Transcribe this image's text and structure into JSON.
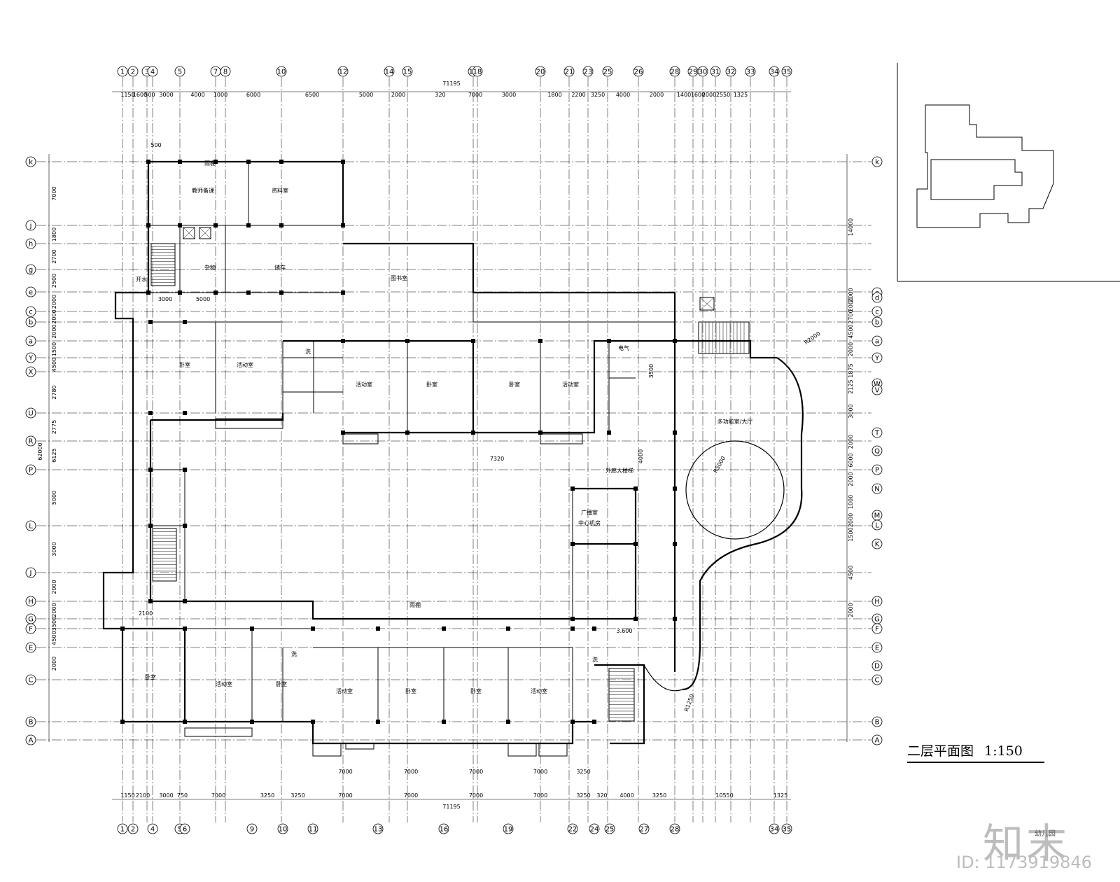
{
  "plan": {
    "title": "二层平面图",
    "scale": "1:150",
    "total_dimension": "71195",
    "total_depth": "62000",
    "top_axes": [
      "1",
      "2",
      "3",
      "4",
      "5",
      "7",
      "8",
      "10",
      "12",
      "14",
      "15",
      "17",
      "18",
      "20",
      "21",
      "23",
      "25",
      "26",
      "28",
      "29",
      "30",
      "31",
      "32",
      "33",
      "34",
      "35"
    ],
    "top_dims": [
      "1150",
      "1600",
      "500",
      "3000",
      "4000",
      "1000",
      "6000",
      "6500",
      "5000",
      "2000",
      "320",
      "7000",
      "3000",
      "1800",
      "2200",
      "3250",
      "4000",
      "2000",
      "1400",
      "1600",
      "2000",
      "2550",
      "1325"
    ],
    "bottom_axes": [
      "1",
      "2",
      "4",
      "5",
      "6",
      "9",
      "10",
      "11",
      "13",
      "16",
      "19",
      "22",
      "24",
      "25",
      "27",
      "28",
      "34",
      "35"
    ],
    "bottom_dims": [
      "1150",
      "2100",
      "3000",
      "750",
      "7000",
      "3250",
      "3250",
      "7000",
      "7000",
      "7000",
      "7000",
      "3250",
      "320",
      "4000",
      "3250",
      "10550",
      "1325"
    ],
    "bottom_sub_dims": [
      "7000",
      "7000",
      "7000",
      "7000",
      "3250"
    ],
    "left_axes": [
      "k",
      "j",
      "h",
      "g",
      "e",
      "c",
      "b",
      "a",
      "Y",
      "X",
      "U",
      "R",
      "P",
      "L",
      "J",
      "H",
      "G",
      "F",
      "E",
      "C",
      "B",
      "A"
    ],
    "left_dims": [
      "7000",
      "1800",
      "2700",
      "2500",
      "2000",
      "2000",
      "2000",
      "1500",
      "4500",
      "2780",
      "2775",
      "6125",
      "5000",
      "3000",
      "2000",
      "2000",
      "3500",
      "4500",
      "2000"
    ],
    "right_axes": [
      "k",
      "e",
      "d",
      "c",
      "b",
      "a",
      "Y",
      "W",
      "V",
      "T",
      "Q",
      "P",
      "N",
      "M",
      "L",
      "K",
      "H",
      "G",
      "F",
      "E",
      "D",
      "C",
      "B",
      "A"
    ],
    "right_dims": [
      "14000",
      "2000",
      "2000",
      "2700",
      "4500",
      "2000",
      "1875",
      "2125",
      "3000",
      "2000",
      "6000",
      "2000",
      "1000",
      "2000",
      "1500",
      "4500",
      "2000"
    ],
    "rooms": [
      {
        "label": "教师备课"
      },
      {
        "label": "资料室"
      },
      {
        "label": "储存"
      },
      {
        "label": "杂物"
      },
      {
        "label": "开水"
      },
      {
        "label": "图书室"
      },
      {
        "label": "卧室"
      },
      {
        "label": "活动室"
      },
      {
        "label": "电气"
      },
      {
        "label": "多功能室/大厅"
      },
      {
        "label": "广播室"
      },
      {
        "label": "中心机房"
      },
      {
        "label": "洗"
      },
      {
        "label": "厕"
      },
      {
        "label": "雨棚"
      },
      {
        "label": "外廊大楼梯"
      }
    ],
    "annotations": [
      "R2000",
      "R5000",
      "R1250",
      "3.600",
      "500",
      "5000",
      "3000",
      "2100",
      "3500",
      "4000",
      "7320"
    ]
  },
  "brand": "知末",
  "id_text": "ID: 1173919846",
  "footer_note": "幼儿园"
}
